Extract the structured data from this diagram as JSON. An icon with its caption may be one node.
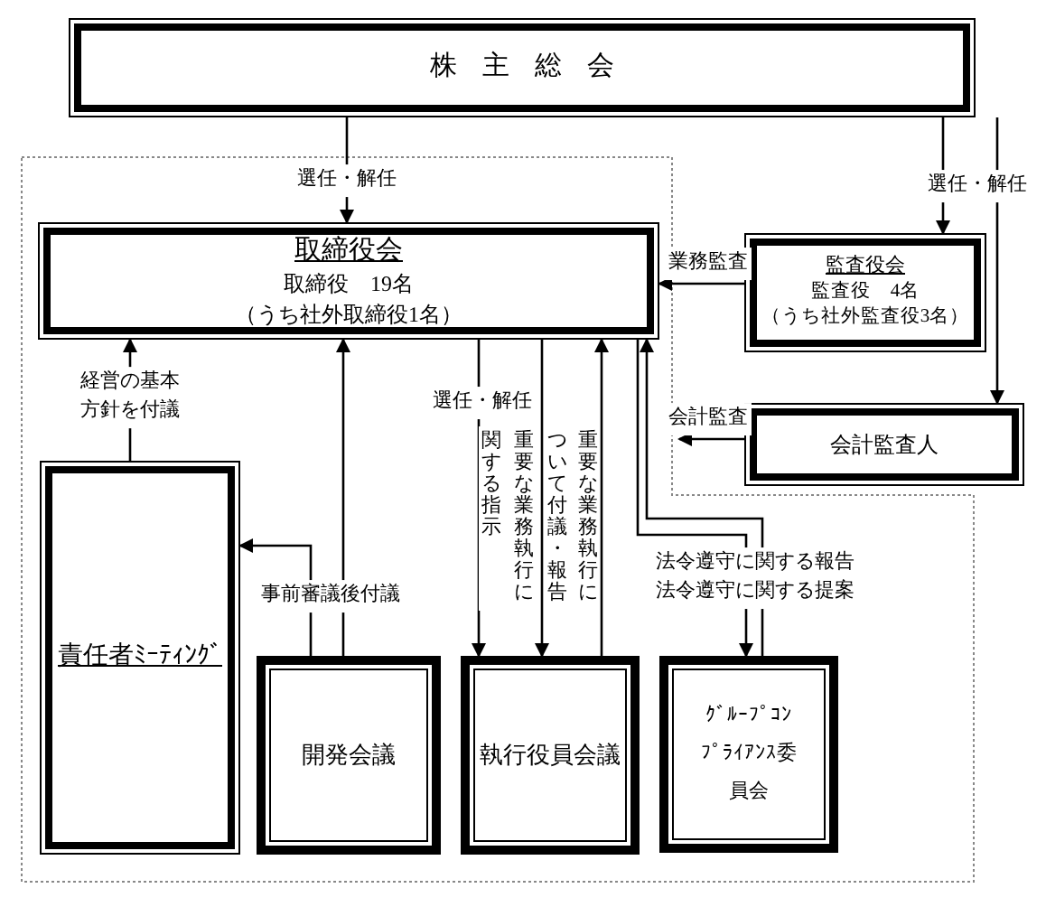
{
  "diagram": {
    "nodes": [
      {
        "text": [
          "株主総会"
        ]
      },
      {
        "text": [
          "取締役会",
          "取締役　19名",
          "（うち社外取締役1名）"
        ]
      },
      {
        "text": [
          "監査役会",
          "監査役　4名",
          "（うち社外監査役3名）"
        ]
      },
      {
        "text": [
          "会計監査人"
        ]
      },
      {
        "text": [
          "責任者ﾐｰﾃｨﾝｸﾞ"
        ]
      },
      {
        "text": [
          "開発会議"
        ]
      },
      {
        "text": [
          "執行役員会議"
        ]
      },
      {
        "text": [
          "ｸﾞﾙｰﾌﾟｺﾝﾌﾟﾗｲｱﾝｽ委員会"
        ]
      }
    ],
    "edges": [
      {
        "from": 0,
        "to": 1,
        "arrow": "to",
        "label": "選任・解任"
      },
      {
        "from": 0,
        "to": 2,
        "arrow": "to",
        "label": "選任・解任"
      },
      {
        "from": 0,
        "to": 3,
        "arrow": "to"
      },
      {
        "from": 2,
        "to": 1,
        "arrow": "to",
        "label": "業務監査"
      },
      {
        "from": 3,
        "to": null,
        "arrow": "to",
        "label": "会計監査"
      },
      {
        "from": 4,
        "to": 1,
        "arrow": "to",
        "label": "経営の基本方針を付議"
      },
      {
        "from": 5,
        "to": 1,
        "arrow": "to"
      },
      {
        "from": 5,
        "to": 4,
        "arrow": "to",
        "label": "事前審議後付議"
      },
      {
        "from": 1,
        "to": 6,
        "arrow": "to",
        "label": "選任・解任"
      },
      {
        "from": 1,
        "to": 6,
        "arrow": "to",
        "label": "重要な業務執行に関する指示"
      },
      {
        "from": 6,
        "to": 1,
        "arrow": "to",
        "label": "重要な業務執行について付議・報告"
      },
      {
        "from": 7,
        "to": 1,
        "arrow": "to",
        "label": "法令遵守に関する報告"
      },
      {
        "from": 1,
        "to": 7,
        "arrow": "to",
        "label": "法令遵守に関する提案"
      }
    ]
  }
}
